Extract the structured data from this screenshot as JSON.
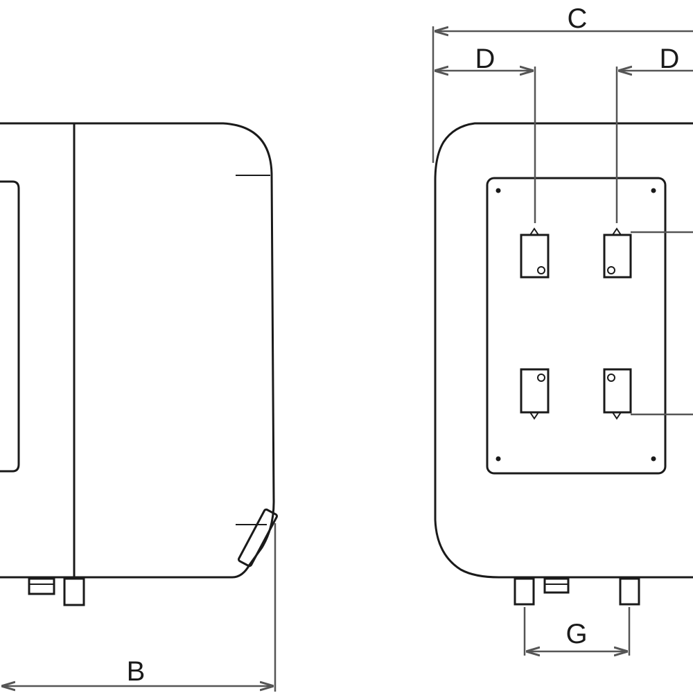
{
  "diagram": {
    "side_view": {
      "dimension_labels": {
        "width": "B"
      }
    },
    "front_view": {
      "dimension_labels": {
        "overall_width": "C",
        "left_offset": "D",
        "right_offset": "D",
        "pipe_spacing": "G"
      }
    },
    "colors": {
      "line": "#1a1a1a",
      "dimension_line": "#555555",
      "background": "#ffffff"
    }
  }
}
